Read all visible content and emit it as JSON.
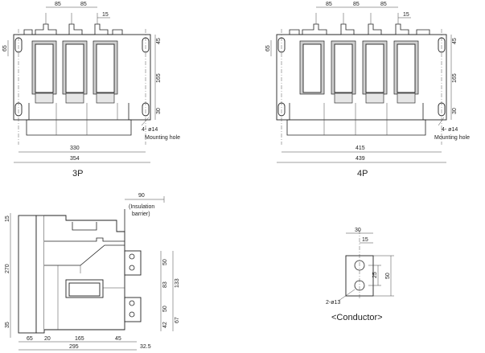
{
  "views": {
    "three_pole": {
      "caption": "3P",
      "dims": {
        "pitch_a": "85",
        "pitch_b": "85",
        "terminal": "15",
        "top": "45",
        "left": "65",
        "height": "165",
        "bottom": "30",
        "width_inner": "330",
        "width_outer": "354"
      },
      "hole_note_1": "4- ø14",
      "hole_note_2": "Mounting hole"
    },
    "four_pole": {
      "caption": "4P",
      "dims": {
        "pitch_a": "85",
        "pitch_b": "85",
        "pitch_c": "85",
        "terminal": "15",
        "top": "45",
        "left": "65",
        "height": "165",
        "bottom": "30",
        "width_inner": "415",
        "width_outer": "439"
      },
      "hole_note_1": "4- ø14",
      "hole_note_2": "Mounting hole"
    },
    "side": {
      "dims": {
        "barrier": "90",
        "barrier_note_1": "(Insulation",
        "barrier_note_2": "barrier)",
        "top": "15",
        "height": "270",
        "bottom": "35",
        "d50a": "50",
        "d83": "83",
        "d133": "133",
        "d50b": "50",
        "d42": "42",
        "d67": "67",
        "d65": "65",
        "d20": "20",
        "d165": "165",
        "d45": "45",
        "d295": "295",
        "d325": "32.5"
      }
    },
    "conductor": {
      "caption": "<Conductor>",
      "dims": {
        "width": "30",
        "half": "15",
        "d25": "25",
        "d50": "50"
      },
      "hole_note": "2-ø13"
    }
  }
}
